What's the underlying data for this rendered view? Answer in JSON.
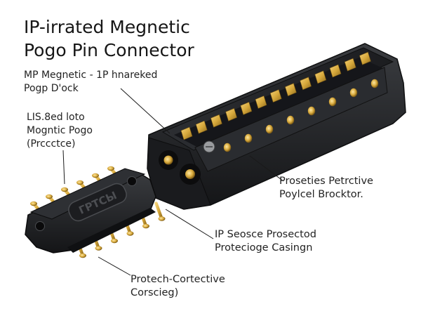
{
  "title": {
    "line1": "IP-irrated Megnetic",
    "line2": "Pogo Pin Connector"
  },
  "callouts": {
    "dock": {
      "line1": "MP Megnetic  - 1P hnareked",
      "line2": "Pogp D'ock"
    },
    "sealed": {
      "line1": "LIS.8ed loto",
      "line2": "Mogntic Pogo",
      "line3": "(Prccctce)"
    },
    "protective_right": {
      "line1": "Proseties Petrctive",
      "line2": "Poylcel Brocktor."
    },
    "casing": {
      "line1": "IP Seosce Prosectod",
      "line2": "Protecioge Casingn"
    },
    "corrosion": {
      "line1": "Protech-Cortective",
      "line2": "Corscieg)"
    }
  },
  "plug_emboss": "ГРТСЫ",
  "colors": {
    "housing": "#1e1f22",
    "housing_edge": "#34363a",
    "gold": "#d7a93c",
    "gold_dark": "#8f6a1c",
    "leader": "#1a1a1a"
  }
}
